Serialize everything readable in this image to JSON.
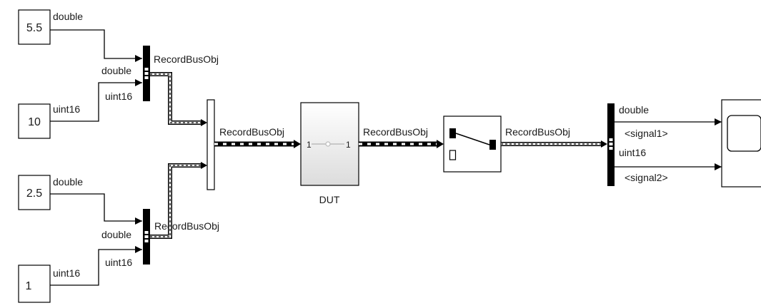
{
  "diagram": {
    "constants": [
      {
        "value": "5.5",
        "type": "double"
      },
      {
        "value": "10",
        "type": "uint16"
      },
      {
        "value": "2.5",
        "type": "double"
      },
      {
        "value": "1",
        "type": "uint16"
      }
    ],
    "bus_creator_top": {
      "label": "RecordBusObj",
      "inputs": [
        "double",
        "uint16"
      ]
    },
    "bus_creator_bottom": {
      "label": "RecordBusObj",
      "inputs": [
        "double",
        "uint16"
      ]
    },
    "vector_concat_out": "RecordBusObj",
    "dut": {
      "name": "DUT",
      "icon_left": "1",
      "icon_right": "1",
      "out_label": "RecordBusObj"
    },
    "switch_out": "RecordBusObj",
    "bus_selector": {
      "outputs": [
        {
          "type": "double",
          "name": "<signal1>"
        },
        {
          "type": "uint16",
          "name": "<signal2>"
        }
      ]
    }
  }
}
